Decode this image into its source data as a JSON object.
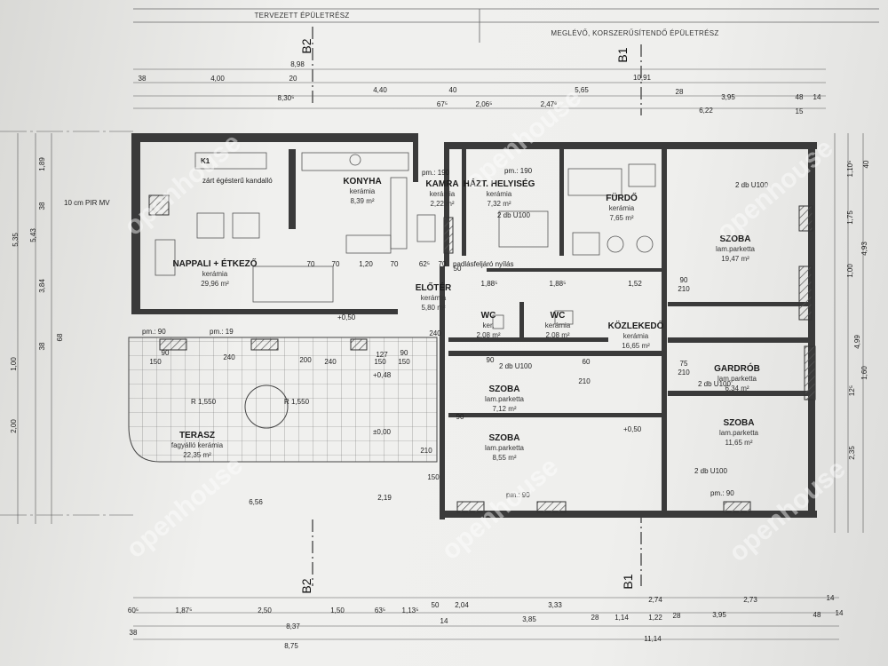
{
  "header": {
    "left": "TERVEZETT ÉPÜLETRÉSZ",
    "right": "MEGLÉVŐ, KORSZERŰSÍTENDŐ ÉPÜLETRÉSZ"
  },
  "sections": {
    "b2_top": "B2",
    "b1_top": "B1",
    "b2_bottom": "B2",
    "b1_bottom": "B1"
  },
  "watermark": "openhouse",
  "rooms": [
    {
      "name": "NAPPALI + ÉTKEZŐ",
      "finish": "kerámia",
      "area": "29,96 m²"
    },
    {
      "name": "KONYHA",
      "finish": "kerámia",
      "area": "8,39 m²"
    },
    {
      "name": "KAMRA",
      "finish": "kerámia",
      "area": "2,22 m²"
    },
    {
      "name": "HÁZT. HELYISÉG",
      "finish": "kerámia",
      "area": "7,32 m²"
    },
    {
      "name": "FÜRDŐ",
      "finish": "kerámia",
      "area": "7,65 m²"
    },
    {
      "name": "SZOBA",
      "finish": "lam.parketta",
      "area": "19,47 m²"
    },
    {
      "name": "ELŐTÉR",
      "finish": "kerámia",
      "area": "5,80 m²"
    },
    {
      "name": "WC",
      "finish": "ker.",
      "area": "2,08 m²"
    },
    {
      "name": "WC",
      "finish": "kerámia",
      "area": "2,08 m²"
    },
    {
      "name": "KÖZLEKEDŐ",
      "finish": "kerámia",
      "area": "16,65 m²"
    },
    {
      "name": "GARDRÓB",
      "finish": "lam.parketta",
      "area": "6,34 m²"
    },
    {
      "name": "SZOBA",
      "finish": "lam.parketta",
      "area": "7,12 m²"
    },
    {
      "name": "SZOBA",
      "finish": "lam.parketta",
      "area": "8,55 m²"
    },
    {
      "name": "SZOBA",
      "finish": "lam.parketta",
      "area": "11,65 m²"
    },
    {
      "name": "TERASZ",
      "finish": "fagyálló kerámia",
      "area": "22,35 m²"
    }
  ],
  "notes": {
    "k1": "K1",
    "fireplace": "zárt égésterű kandalló",
    "insulation": "10 cm PIR MV",
    "attic": "padlásfeljáró nyílás",
    "radius1": "R 1,550",
    "radius2": "R 1,550",
    "level1": "+0,50",
    "level2": "+0,48",
    "level3": "±0,00",
    "level4": "+0,50",
    "pm1": "pm.: 190",
    "pm2": "pm.: 190",
    "pm3": "pm.: 90",
    "pm4": "pm.: 19",
    "pm5": "pm.: 90",
    "pm6": "pm.: 90",
    "du1": "2 db U100",
    "du2": "2 db U100",
    "du3": "2 db U100",
    "du4": "2 db U100",
    "du5": "2 db U100"
  },
  "dims": {
    "top_r1": [
      "8,98",
      "10,91"
    ],
    "top_r2": [
      "38",
      "4,00",
      "20",
      "4,40",
      "40",
      "5,65",
      "28",
      "3,95",
      "48",
      "14"
    ],
    "top_r3": [
      "8,30⁵",
      "67⁵",
      "2,06⁵",
      "2,47⁶",
      "6,22",
      "15"
    ],
    "left": [
      "1,89",
      "38",
      "3,84",
      "38",
      "1,00",
      "2,00",
      "5,35",
      "5,43",
      "68"
    ],
    "right": [
      "1,10⁵",
      "40",
      "1,75",
      "4,93",
      "1,00",
      "4,99",
      "12⁵",
      "1,60",
      "2,35"
    ],
    "mid": [
      "6,56",
      "2,19"
    ],
    "bot_r1": [
      "60⁵",
      "1,87⁵",
      "2,50",
      "1,50",
      "63⁵",
      "1,13⁵",
      "50",
      "2,04",
      "3,33",
      "2,74",
      "2,73",
      "14"
    ],
    "bot_r2": [
      "38",
      "8,37",
      "14",
      "3,85",
      "28",
      "1,14",
      "1,22",
      "28",
      "3,95",
      "48",
      "14"
    ],
    "bot_r3": [
      "8,75",
      "11,14"
    ],
    "inner": [
      "70",
      "70",
      "1,20",
      "70",
      "62⁵",
      "70",
      "50",
      "1,88⁵",
      "1,88⁵",
      "1,52",
      "90",
      "210",
      "90",
      "210",
      "60",
      "90",
      "150",
      "90",
      "150",
      "210",
      "75",
      "210",
      "240",
      "127",
      "150",
      "240",
      "200",
      "240",
      "90",
      "150"
    ]
  }
}
